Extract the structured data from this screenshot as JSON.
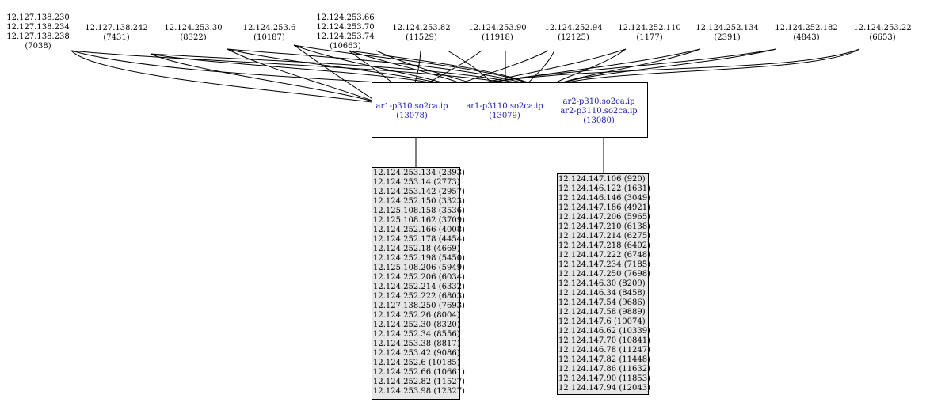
{
  "peers": [
    {
      "lines": [
        "12.127.138.230",
        "12.127.138.234",
        "12.127.138.238",
        "(7038)"
      ]
    },
    {
      "lines": [
        "12.127.138.242",
        "(7431)"
      ]
    },
    {
      "lines": [
        "12.124.253.30",
        "(8322)"
      ]
    },
    {
      "lines": [
        "12.124.253.6",
        "(10187)"
      ]
    },
    {
      "lines": [
        "12.124.253.66",
        "12.124.253.70",
        "12.124.253.74",
        "(10663)"
      ]
    },
    {
      "lines": [
        "12.124.253.82",
        "(11529)"
      ]
    },
    {
      "lines": [
        "12.124.253.90",
        "(11918)"
      ]
    },
    {
      "lines": [
        "12.124.252.94",
        "(12125)"
      ]
    },
    {
      "lines": [
        "12.124.252.110",
        "(1177)"
      ]
    },
    {
      "lines": [
        "12.124.252.134",
        "(2391)"
      ]
    },
    {
      "lines": [
        "12.124.252.182",
        "(4843)"
      ]
    },
    {
      "lines": [
        "12.124.253.22",
        "(6653)"
      ]
    }
  ],
  "routers": [
    {
      "lines": [
        "ar1-p310.so2ca.ip",
        "(13078)"
      ]
    },
    {
      "lines": [
        "ar1-p3110.so2ca.ip",
        "(13079)"
      ]
    },
    {
      "lines": [
        "ar2-p310.so2ca.ip",
        "ar2-p3110.so2ca.ip",
        "(13080)"
      ]
    }
  ],
  "lists": [
    {
      "items": [
        "12.124.253.134 (2393)",
        "12.124.253.14 (2773)",
        "12.124.253.142 (2957)",
        "12.124.252.150 (3323)",
        "12.125.108.158 (3536)",
        "12.125.108.162 (3709)",
        "12.124.252.166 (4008)",
        "12.124.252.178 (4454)",
        "12.124.252.18 (4669)",
        "12.124.252.198 (5450)",
        "12.125.108.206 (5949)",
        "12.124.252.206 (6034)",
        "12.124.252.214 (6332)",
        "12.124.252.222 (6803)",
        "12.127.138.250 (7693)",
        "12.124.252.26 (8004)",
        "12.124.252.30 (8320)",
        "12.124.252.34 (8556)",
        "12.124.253.38 (8817)",
        "12.124.253.42 (9086)",
        "12.124.252.6 (10185)",
        "12.124.252.66 (10661)",
        "12.124.252.82 (11527)",
        "12.124.253.98 (12327)"
      ]
    },
    {
      "items": [
        "12.124.147.106 (920)",
        "12.124.146.122 (1631)",
        "12.124.146.146 (3049)",
        "12.124.147.186 (4921)",
        "12.124.147.206 (5965)",
        "12.124.147.210 (6138)",
        "12.124.147.214 (6275)",
        "12.124.147.218 (6402)",
        "12.124.147.222 (6748)",
        "12.124.147.234 (7185)",
        "12.124.147.250 (7698)",
        "12.124.146.30 (8209)",
        "12.124.146.34 (8458)",
        "12.124.147.54 (9686)",
        "12.124.147.58 (9889)",
        "12.124.147.6 (10074)",
        "12.124.146.62 (10339)",
        "12.124.147.70 (10841)",
        "12.124.146.78 (11247)",
        "12.124.147.82 (11448)",
        "12.124.147.86 (11632)",
        "12.124.147.90 (11853)",
        "12.124.147.94 (12043)"
      ]
    }
  ]
}
